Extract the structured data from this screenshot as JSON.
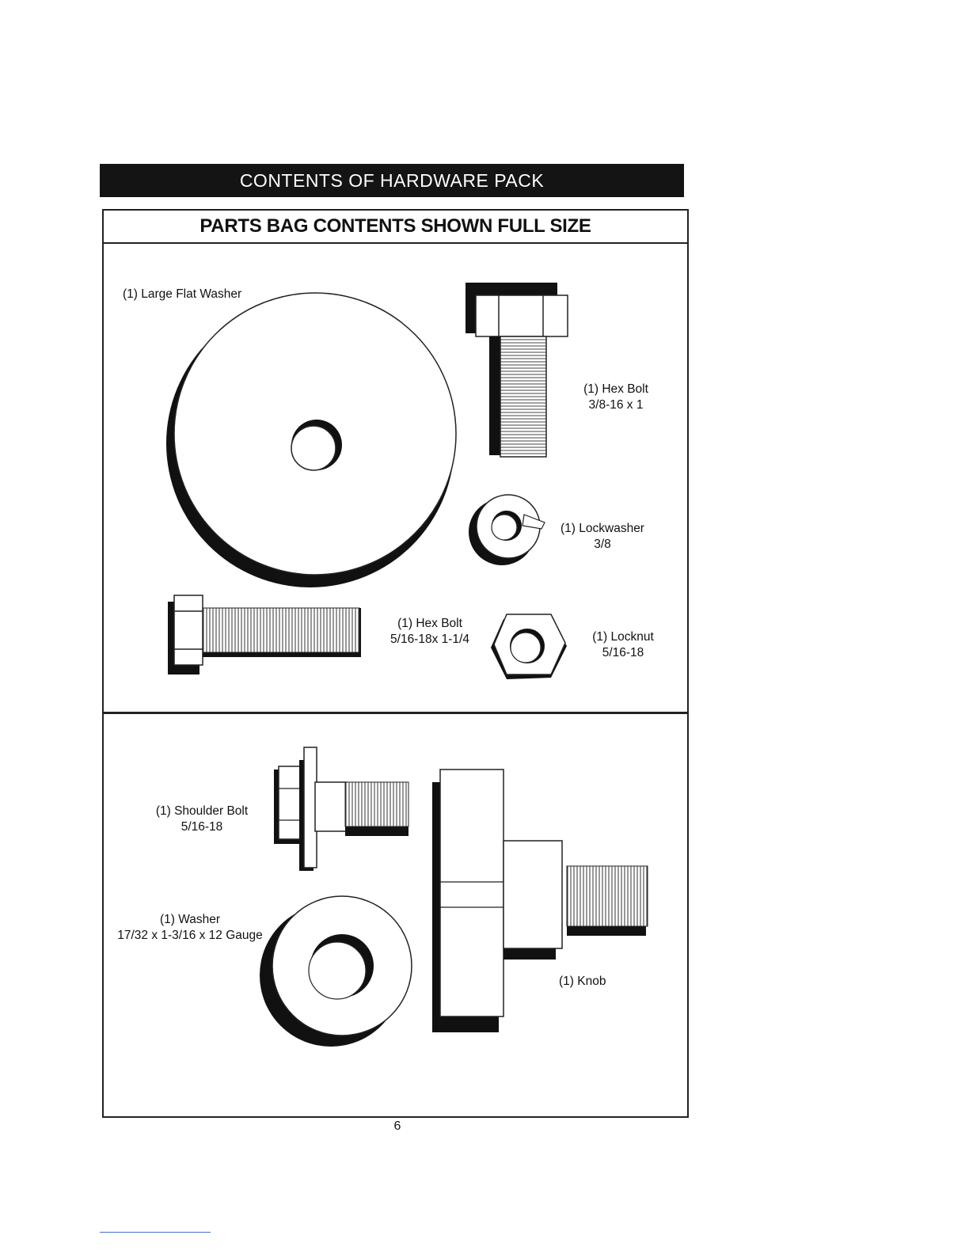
{
  "header": {
    "title": "CONTENTS OF HARDWARE PACK"
  },
  "panel": {
    "title": "PARTS BAG CONTENTS SHOWN FULL SIZE"
  },
  "parts": {
    "large_flat_washer": {
      "label": "(1) Large Flat Washer"
    },
    "hex_bolt_38": {
      "line1": "(1) Hex Bolt",
      "line2": "3/8-16 x 1"
    },
    "lockwasher": {
      "line1": "(1) Lockwasher",
      "line2": "3/8"
    },
    "hex_bolt_516": {
      "line1": "(1) Hex Bolt",
      "line2": "5/16-18x 1-1/4"
    },
    "locknut": {
      "line1": "(1) Locknut",
      "line2": "5/16-18"
    },
    "shoulder_bolt": {
      "line1": "(1) Shoulder Bolt",
      "line2": "5/16-18"
    },
    "washer": {
      "line1": "(1) Washer",
      "line2": "17/32 x 1-3/16 x 12 Gauge"
    },
    "knob": {
      "label": "(1) Knob"
    }
  },
  "page": {
    "number": "6"
  }
}
